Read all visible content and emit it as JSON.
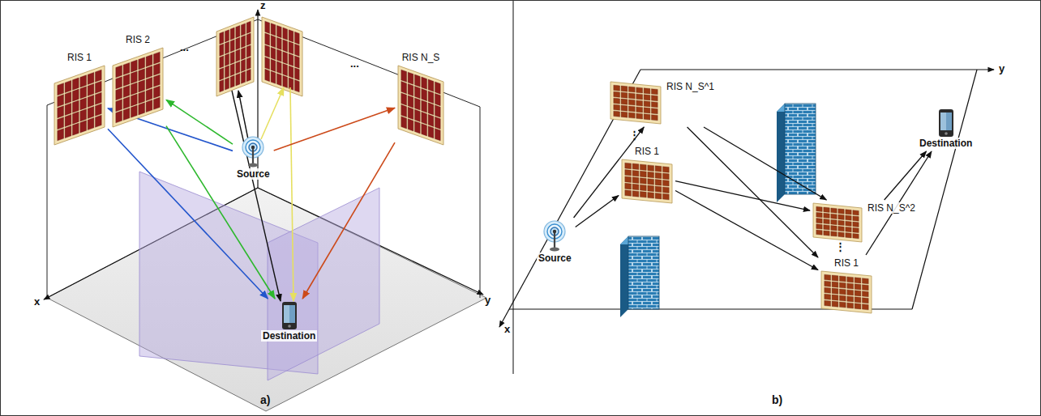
{
  "diagram": {
    "nodes": [
      {
        "text": [
          "RIS 1"
        ]
      },
      {
        "text": [
          "RIS 2"
        ]
      },
      {
        "text": [
          "RIS N_S"
        ]
      },
      {
        "text": [
          "Source"
        ]
      },
      {
        "text": [
          "Destination"
        ]
      },
      {
        "text": [
          "Source"
        ]
      },
      {
        "text": [
          "RIS N_S^1"
        ]
      },
      {
        "text": [
          "RIS 1"
        ]
      },
      {
        "text": [
          "RIS N_S^2"
        ]
      },
      {
        "text": [
          "RIS 1"
        ]
      },
      {
        "text": [
          "Destination"
        ]
      }
    ],
    "edges": [
      {
        "from": 3,
        "to": 0,
        "arrow": "to"
      },
      {
        "from": 0,
        "to": 4,
        "arrow": "to"
      },
      {
        "from": 3,
        "to": 1,
        "arrow": "to"
      },
      {
        "from": 1,
        "to": 4,
        "arrow": "to"
      },
      {
        "from": 3,
        "to": 2,
        "arrow": "to"
      },
      {
        "from": 2,
        "to": 4,
        "arrow": "to"
      },
      {
        "from": 5,
        "to": 6,
        "arrow": "to"
      },
      {
        "from": 5,
        "to": 7,
        "arrow": "to"
      },
      {
        "from": 6,
        "to": 8,
        "arrow": "to"
      },
      {
        "from": 6,
        "to": 9,
        "arrow": "to"
      },
      {
        "from": 7,
        "to": 8,
        "arrow": "to"
      },
      {
        "from": 7,
        "to": 9,
        "arrow": "to"
      },
      {
        "from": 8,
        "to": 10,
        "arrow": "to"
      },
      {
        "from": 9,
        "to": 10,
        "arrow": "to"
      }
    ],
    "labels": [
      "z",
      "x",
      "y",
      "...",
      "...",
      "a)",
      "x",
      "y",
      "⋮",
      "⋮",
      "b)"
    ]
  }
}
